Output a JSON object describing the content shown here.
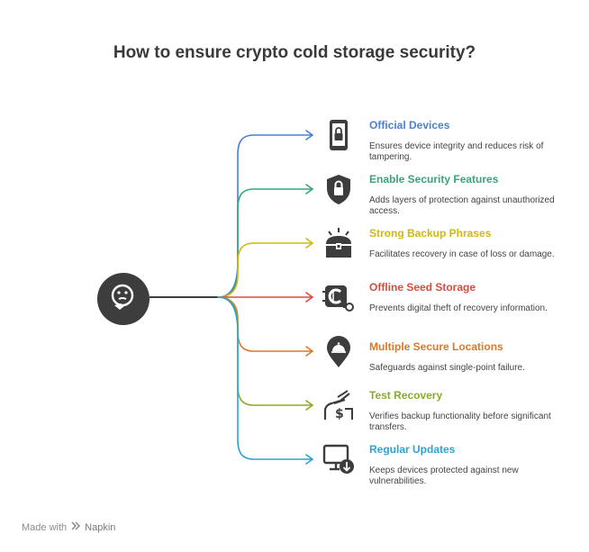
{
  "title": "How to ensure crypto cold storage security?",
  "center": {
    "icon": "thinking-face-icon"
  },
  "items": [
    {
      "title": "Official Devices",
      "description": "Ensures device integrity and reduces risk of tampering.",
      "color": "#4a7fd6",
      "icon": "phone-lock-icon"
    },
    {
      "title": "Enable Security Features",
      "description": "Adds layers of protection against unauthorized access.",
      "color": "#36a57a",
      "icon": "shield-lock-icon"
    },
    {
      "title": "Strong Backup Phrases",
      "description": "Facilitates recovery in case of loss or damage.",
      "color": "#d1b80f",
      "icon": "treasure-chest-icon"
    },
    {
      "title": "Offline Seed Storage",
      "description": "Prevents digital theft of recovery information.",
      "color": "#d94b3f",
      "icon": "crypto-key-icon"
    },
    {
      "title": "Multiple Secure Locations",
      "description": "Safeguards against single-point failure.",
      "color": "#d9792b",
      "icon": "location-pin-icon"
    },
    {
      "title": "Test Recovery",
      "description": "Verifies backup functionality before significant transfers.",
      "color": "#8aab2a",
      "icon": "money-hand-icon"
    },
    {
      "title": "Regular Updates",
      "description": "Keeps devices protected against new vulnerabilities.",
      "color": "#2fa3cf",
      "icon": "monitor-download-icon"
    }
  ],
  "footer": {
    "prefix": "Made with",
    "brand": "Napkin"
  }
}
